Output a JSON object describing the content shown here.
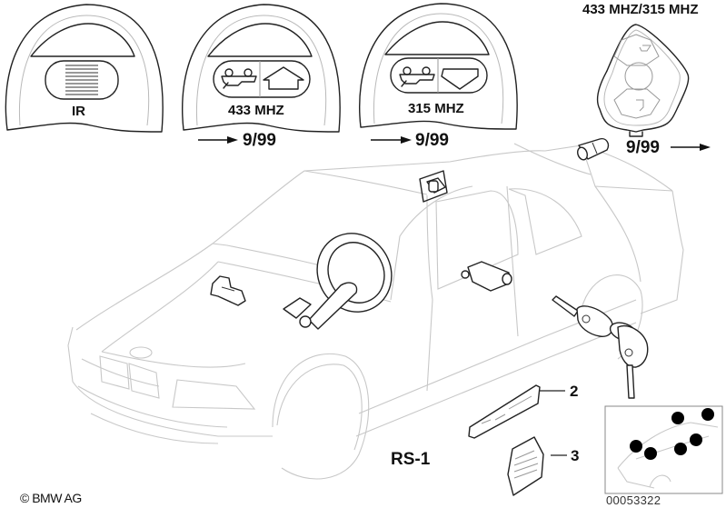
{
  "diagram": {
    "title_code": "RS-1",
    "copyright": "© BMW AG",
    "image_id": "00053322",
    "remote_variants": [
      {
        "name": "ir-remote-cover",
        "label": "IR",
        "date_note": ""
      },
      {
        "name": "433-mhz-remote-cover",
        "label": "433 MHZ",
        "date_note": "9/99",
        "date_direction": "up-to"
      },
      {
        "name": "315-mhz-remote-cover",
        "label": "315 MHZ",
        "date_note": "9/99",
        "date_direction": "up-to"
      },
      {
        "name": "433-315-mhz-key-fob",
        "label": "433 MHZ/315 MHZ",
        "date_note": "9/99",
        "date_direction": "from"
      }
    ],
    "callouts": [
      {
        "number": "2",
        "part": "key-code-card"
      },
      {
        "number": "3",
        "part": "certificate-sheet"
      }
    ],
    "parts_shown": [
      "glovebox-lock",
      "ignition-lock-steering-column",
      "door-lock-cylinder",
      "trunk-lock-cylinder",
      "switch-lock",
      "keys-with-remote",
      "key-code-card",
      "certificate-sheet"
    ],
    "locator_map": {
      "marker_count": 6,
      "marker_color": "#000000"
    },
    "colors": {
      "line_art": "#222222",
      "car_outline": "#c8c8c8",
      "background": "#ffffff"
    }
  }
}
